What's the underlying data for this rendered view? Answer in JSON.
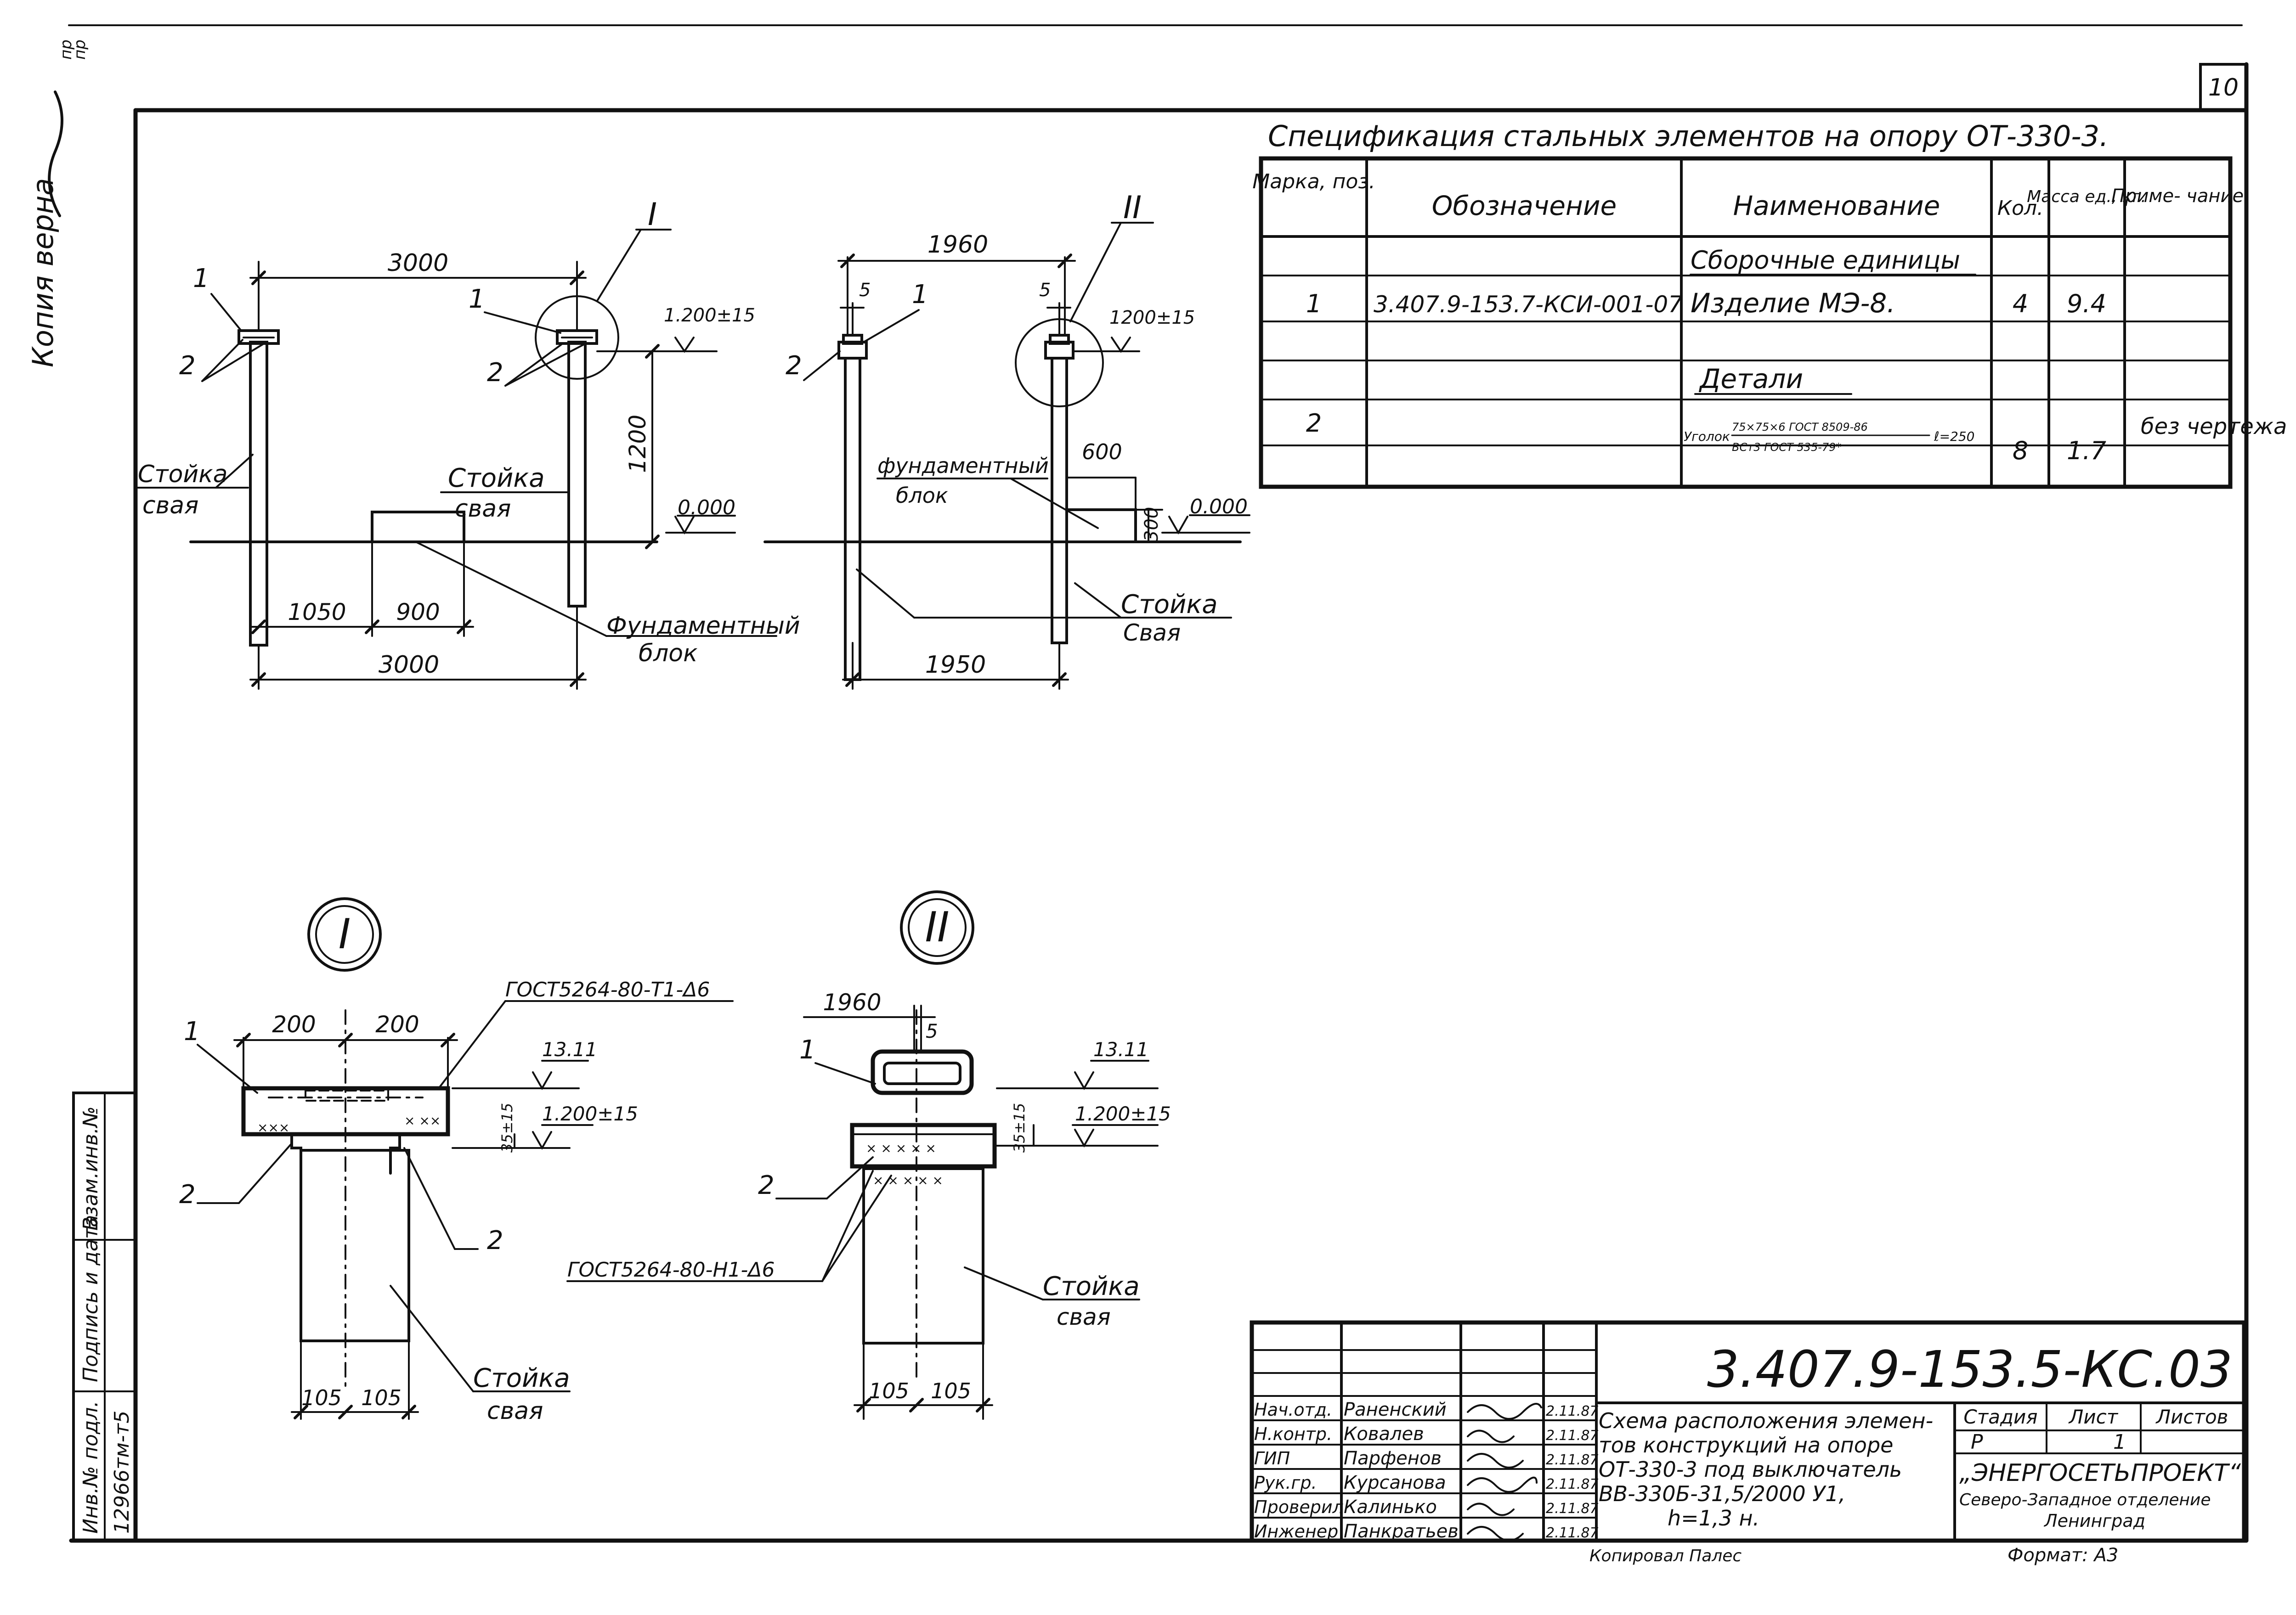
{
  "sheet": {
    "page_number": "10",
    "copy_stamp": "Копия верна",
    "corner_marks": [
      "пр",
      "пр"
    ]
  },
  "spec_table": {
    "title": "Спецификация стальных элементов на опору ОТ-330-3.",
    "headers": [
      "Марка, поз.",
      "Обозначение",
      "Наименование",
      "Кол.",
      "Масса ед., кг.",
      "Приме- чание"
    ],
    "sections": [
      {
        "heading": "Сборочные единицы",
        "rows": [
          {
            "pos": "1",
            "designation": "3.407.9-153.7-КСИ-001-07",
            "name": "Изделие МЭ-8.",
            "qty": "4",
            "mass": "9.4",
            "note": ""
          }
        ]
      },
      {
        "heading": "Детали",
        "rows": [
          {
            "pos": "2",
            "designation": "",
            "name_prefix": "Уголок",
            "name_num": "75×75×6 ГОСТ 8509-86",
            "name_den": "ВСт3 ГОСТ 535-79*",
            "name_suffix": "ℓ=250",
            "qty": "8",
            "mass": "1.7",
            "note": "без чертежа"
          }
        ]
      }
    ]
  },
  "view1": {
    "dims": {
      "top": "3000",
      "bottom": "3000",
      "left_seg": "1050",
      "mid_seg": "900",
      "height": "1200"
    },
    "callout": "I",
    "elev_top": "1.200±15",
    "elev_zero": "0.000",
    "labels": {
      "pos1a": "1",
      "pos2a": "2",
      "pos1b": "1",
      "pos2b": "2"
    },
    "stand_left": [
      "Стойка",
      "свая"
    ],
    "stand_right": [
      "Стойка",
      "свая"
    ],
    "foundation": [
      "Фундаментный",
      "блок"
    ]
  },
  "view2": {
    "dims": {
      "top": "1960",
      "bottom": "1950",
      "gap_left": "5",
      "gap_right": "5",
      "foundation_w": "600",
      "foundation_h": "300"
    },
    "callout": "II",
    "elev_top": "1200±15",
    "elev_zero": "0.000",
    "labels": {
      "pos1": "1",
      "pos2": "2"
    },
    "foundation": [
      "фундаментный",
      "блок"
    ],
    "stand": [
      "Стойка",
      "Свая"
    ]
  },
  "detail1": {
    "title": "I",
    "weld": "ГОСТ5264-80-Т1-Δ6",
    "dims": {
      "w1": "200",
      "w2": "200",
      "b1": "105",
      "b2": "105"
    },
    "elev_top": "13.11",
    "elev": "1.200±15",
    "gap": "35±15",
    "labels": {
      "p1": "1",
      "p2a": "2",
      "p2b": "2"
    },
    "stand": [
      "Стойка",
      "свая"
    ]
  },
  "detail2": {
    "title": "II",
    "weld": "ГОСТ5264-80-Н1-Δ6",
    "dims": {
      "w": "1960",
      "gap": "5",
      "b1": "105",
      "b2": "105"
    },
    "elev_top": "13.11",
    "elev": "1.200±15",
    "gap": "35±15",
    "labels": {
      "p1": "1",
      "p2": "2"
    },
    "stand": [
      "Стойка",
      "свая"
    ]
  },
  "title_block": {
    "code": "3.407.9-153.5-КС.03",
    "description": [
      "Схема расположения элемен-",
      "тов конструкций на опоре",
      "ОТ-330-3 под выключатель",
      "ВВ-330Б-31,5/2000 У1,",
      "h=1,3 н."
    ],
    "roles": [
      "Нач.отд.",
      "Н.контр.",
      "ГИП",
      "Рук.гр.",
      "Проверил",
      "Инженер"
    ],
    "names": [
      "Раненский",
      "Ковалев",
      "Парфенов",
      "Курсанова",
      "Калинько",
      "Панкратьев"
    ],
    "dates": [
      "2.11.87",
      "2.11.87",
      "2.11.87",
      "2.11.87",
      "2.11.87",
      "2.11.87"
    ],
    "stage_header": "Стадия",
    "sheet_header": "Лист",
    "sheets_header": "Листов",
    "stage": "Р",
    "sheet": "1",
    "sheets": "",
    "org": [
      "„ЭНЕРГОСЕТЬПРОЕКТ“",
      "Северо-Западное отделение",
      "Ленинград"
    ],
    "copied_by": "Копировал  Палес",
    "format": "Формат: А3"
  },
  "side_block": {
    "labels": [
      "Инв.№ подл.",
      "Подпись и дата",
      "Взам.инв.№"
    ],
    "inv_no": "12966тм-т5"
  }
}
